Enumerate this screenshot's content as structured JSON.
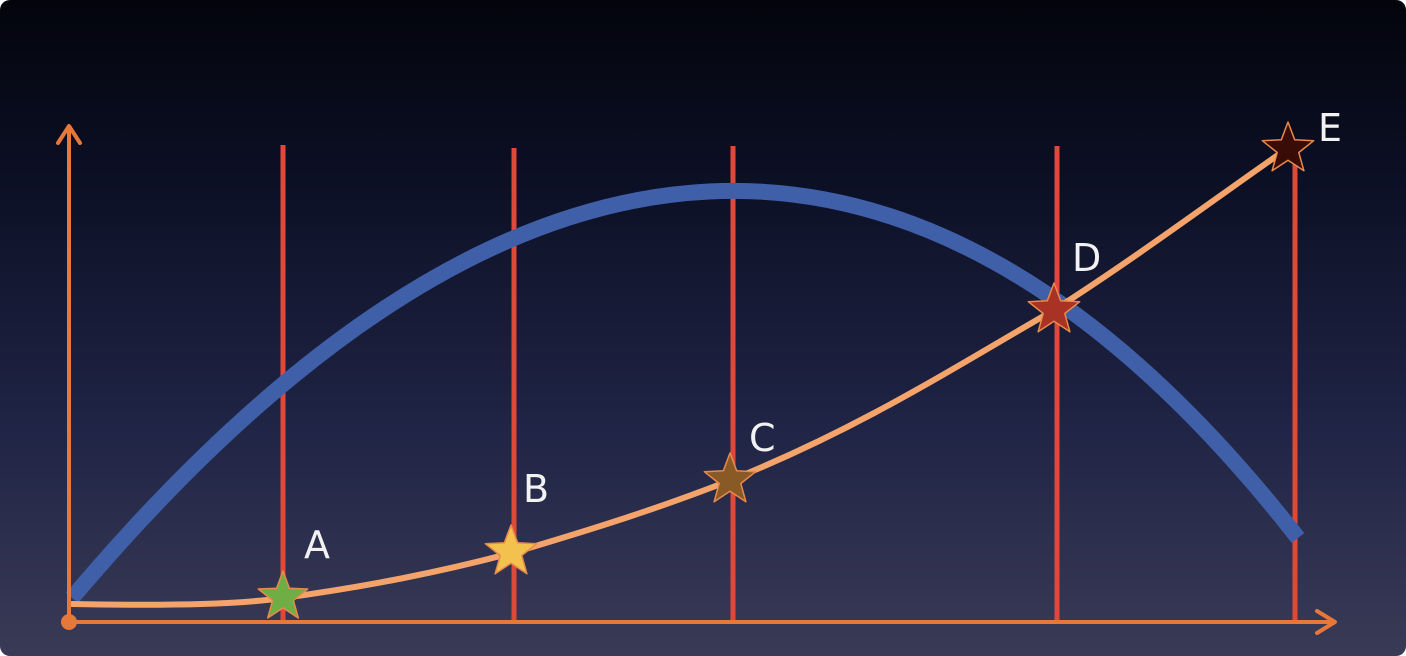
{
  "points": [
    {
      "label": "A",
      "color": "#6fae45"
    },
    {
      "label": "B",
      "color": "#f2c14e"
    },
    {
      "label": "C",
      "color": "#8a5a26"
    },
    {
      "label": "D",
      "color": "#a83224"
    },
    {
      "label": "E",
      "color": "#3a0c08"
    }
  ],
  "colors": {
    "axis": "#e8773a",
    "vertical_lines": "#e0483a",
    "blue_curve": "#3f5fa8",
    "orange_curve": "#f4a46a",
    "star_outline": "#e88a4a"
  }
}
